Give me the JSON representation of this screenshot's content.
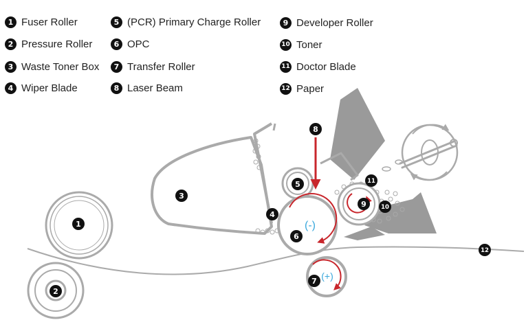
{
  "legend": [
    {
      "num": "1",
      "label": "Fuser Roller"
    },
    {
      "num": "2",
      "label": "Pressure Roller"
    },
    {
      "num": "3",
      "label": "Waste Toner Box"
    },
    {
      "num": "4",
      "label": "Wiper Blade"
    },
    {
      "num": "5",
      "label": "(PCR) Primary Charge Roller"
    },
    {
      "num": "6",
      "label": "OPC"
    },
    {
      "num": "7",
      "label": "Transfer Roller"
    },
    {
      "num": "8",
      "label": "Laser Beam"
    },
    {
      "num": "9",
      "label": "Developer Roller"
    },
    {
      "num": "10",
      "label": "Toner"
    },
    {
      "num": "11",
      "label": "Doctor Blade"
    },
    {
      "num": "12",
      "label": "Paper"
    }
  ],
  "charges": {
    "opc": "(-)",
    "transfer": "(+)"
  },
  "colors": {
    "outline": "#aaaaaa",
    "fill_dark": "#9a9a9a",
    "arrow": "#c8262c",
    "charge_text": "#3aa8dc",
    "badge": "#111111"
  }
}
